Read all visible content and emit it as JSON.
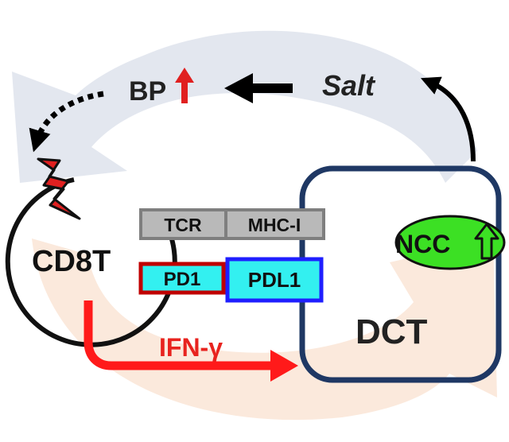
{
  "labels": {
    "bp": "BP",
    "salt": "Salt",
    "cd8t": "CD8T",
    "tcr": "TCR",
    "mhc": "MHC-I",
    "pd1": "PD1",
    "pdl1": "PDL1",
    "ncc": "NCC",
    "dct": "DCT",
    "ifn": "IFN-γ"
  },
  "colors": {
    "background_arrow_upper": "#e3e7ef",
    "background_arrow_lower": "#fbe9dc",
    "cell_outline": "#1f3864",
    "ifn_arrow": "#ff1a1a",
    "ifn_text": "#e8231f",
    "pd1_fill": "#33f0f0",
    "pd1_border": "#c00000",
    "pdl1_fill": "#33f0f0",
    "pdl1_border": "#1f1fff",
    "receptor_fill": "#b9b9b9",
    "receptor_border": "#7f7f7f",
    "ncc_fill": "#3ce024",
    "bp_up_arrow": "#e02020",
    "lightning": "#e02020"
  },
  "icons": {
    "bp_indicator": "red-up-arrow-icon",
    "ncc_indicator": "outlined-up-arrow-icon",
    "cell_damage": "lightning-bolt-icon"
  }
}
